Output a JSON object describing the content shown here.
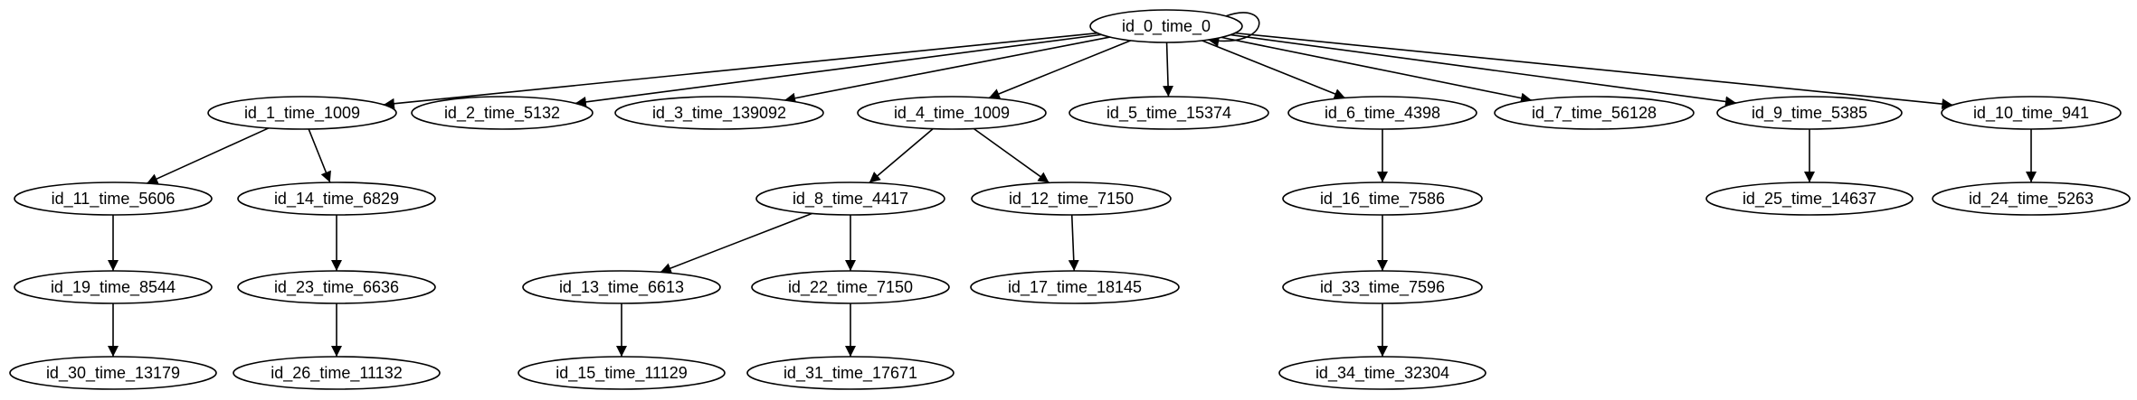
{
  "graph": {
    "nodes": [
      {
        "id": "n0",
        "label": "id_0_time_0"
      },
      {
        "id": "n1",
        "label": "id_1_time_1009"
      },
      {
        "id": "n2",
        "label": "id_2_time_5132"
      },
      {
        "id": "n3",
        "label": "id_3_time_139092"
      },
      {
        "id": "n4",
        "label": "id_4_time_1009"
      },
      {
        "id": "n5",
        "label": "id_5_time_15374"
      },
      {
        "id": "n6",
        "label": "id_6_time_4398"
      },
      {
        "id": "n7",
        "label": "id_7_time_56128"
      },
      {
        "id": "n9",
        "label": "id_9_time_5385"
      },
      {
        "id": "n10",
        "label": "id_10_time_941"
      },
      {
        "id": "n11",
        "label": "id_11_time_5606"
      },
      {
        "id": "n14",
        "label": "id_14_time_6829"
      },
      {
        "id": "n8",
        "label": "id_8_time_4417"
      },
      {
        "id": "n12",
        "label": "id_12_time_7150"
      },
      {
        "id": "n16",
        "label": "id_16_time_7586"
      },
      {
        "id": "n25",
        "label": "id_25_time_14637"
      },
      {
        "id": "n24",
        "label": "id_24_time_5263"
      },
      {
        "id": "n19",
        "label": "id_19_time_8544"
      },
      {
        "id": "n23",
        "label": "id_23_time_6636"
      },
      {
        "id": "n13",
        "label": "id_13_time_6613"
      },
      {
        "id": "n22",
        "label": "id_22_time_7150"
      },
      {
        "id": "n17",
        "label": "id_17_time_18145"
      },
      {
        "id": "n33",
        "label": "id_33_time_7596"
      },
      {
        "id": "n30",
        "label": "id_30_time_13179"
      },
      {
        "id": "n26",
        "label": "id_26_time_11132"
      },
      {
        "id": "n15",
        "label": "id_15_time_11129"
      },
      {
        "id": "n31",
        "label": "id_31_time_17671"
      },
      {
        "id": "n34",
        "label": "id_34_time_32304"
      }
    ],
    "edges": [
      {
        "from": "n0",
        "to": "n0"
      },
      {
        "from": "n0",
        "to": "n1"
      },
      {
        "from": "n0",
        "to": "n2"
      },
      {
        "from": "n0",
        "to": "n3"
      },
      {
        "from": "n0",
        "to": "n4"
      },
      {
        "from": "n0",
        "to": "n5"
      },
      {
        "from": "n0",
        "to": "n6"
      },
      {
        "from": "n0",
        "to": "n7"
      },
      {
        "from": "n0",
        "to": "n9"
      },
      {
        "from": "n0",
        "to": "n10"
      },
      {
        "from": "n1",
        "to": "n11"
      },
      {
        "from": "n1",
        "to": "n14"
      },
      {
        "from": "n4",
        "to": "n8"
      },
      {
        "from": "n4",
        "to": "n12"
      },
      {
        "from": "n6",
        "to": "n16"
      },
      {
        "from": "n9",
        "to": "n25"
      },
      {
        "from": "n10",
        "to": "n24"
      },
      {
        "from": "n11",
        "to": "n19"
      },
      {
        "from": "n14",
        "to": "n23"
      },
      {
        "from": "n8",
        "to": "n13"
      },
      {
        "from": "n8",
        "to": "n22"
      },
      {
        "from": "n12",
        "to": "n17"
      },
      {
        "from": "n16",
        "to": "n33"
      },
      {
        "from": "n19",
        "to": "n30"
      },
      {
        "from": "n23",
        "to": "n26"
      },
      {
        "from": "n13",
        "to": "n15"
      },
      {
        "from": "n22",
        "to": "n31"
      },
      {
        "from": "n33",
        "to": "n34"
      }
    ]
  }
}
